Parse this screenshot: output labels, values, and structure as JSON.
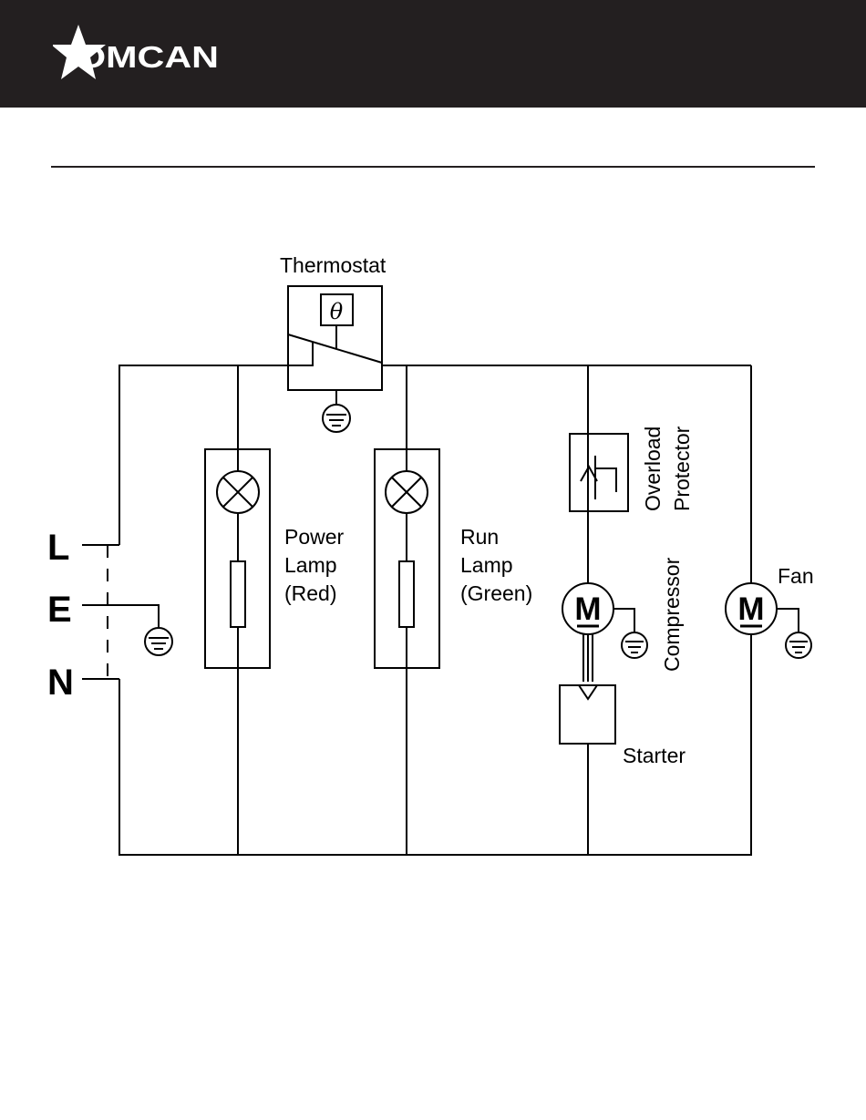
{
  "header": {
    "brand": "OMCAN",
    "background": "#231f20"
  },
  "diagram": {
    "terminals": {
      "L": "L",
      "E": "E",
      "N": "N"
    },
    "thermostat": {
      "label": "Thermostat",
      "symbol": "θ"
    },
    "power_lamp": {
      "line1": "Power",
      "line2": "Lamp",
      "line3": "(Red)"
    },
    "run_lamp": {
      "line1": "Run",
      "line2": "Lamp",
      "line3": "(Green)"
    },
    "overload": {
      "line1": "Overload",
      "line2": "Protector"
    },
    "compressor": {
      "label": "Compressor",
      "motor_symbol": "M"
    },
    "starter": {
      "label": "Starter"
    },
    "fan": {
      "label": "Fan",
      "motor_symbol": "M"
    },
    "icons": [
      "star-logo-icon",
      "ground-icon",
      "lamp-icon",
      "motor-icon"
    ]
  }
}
